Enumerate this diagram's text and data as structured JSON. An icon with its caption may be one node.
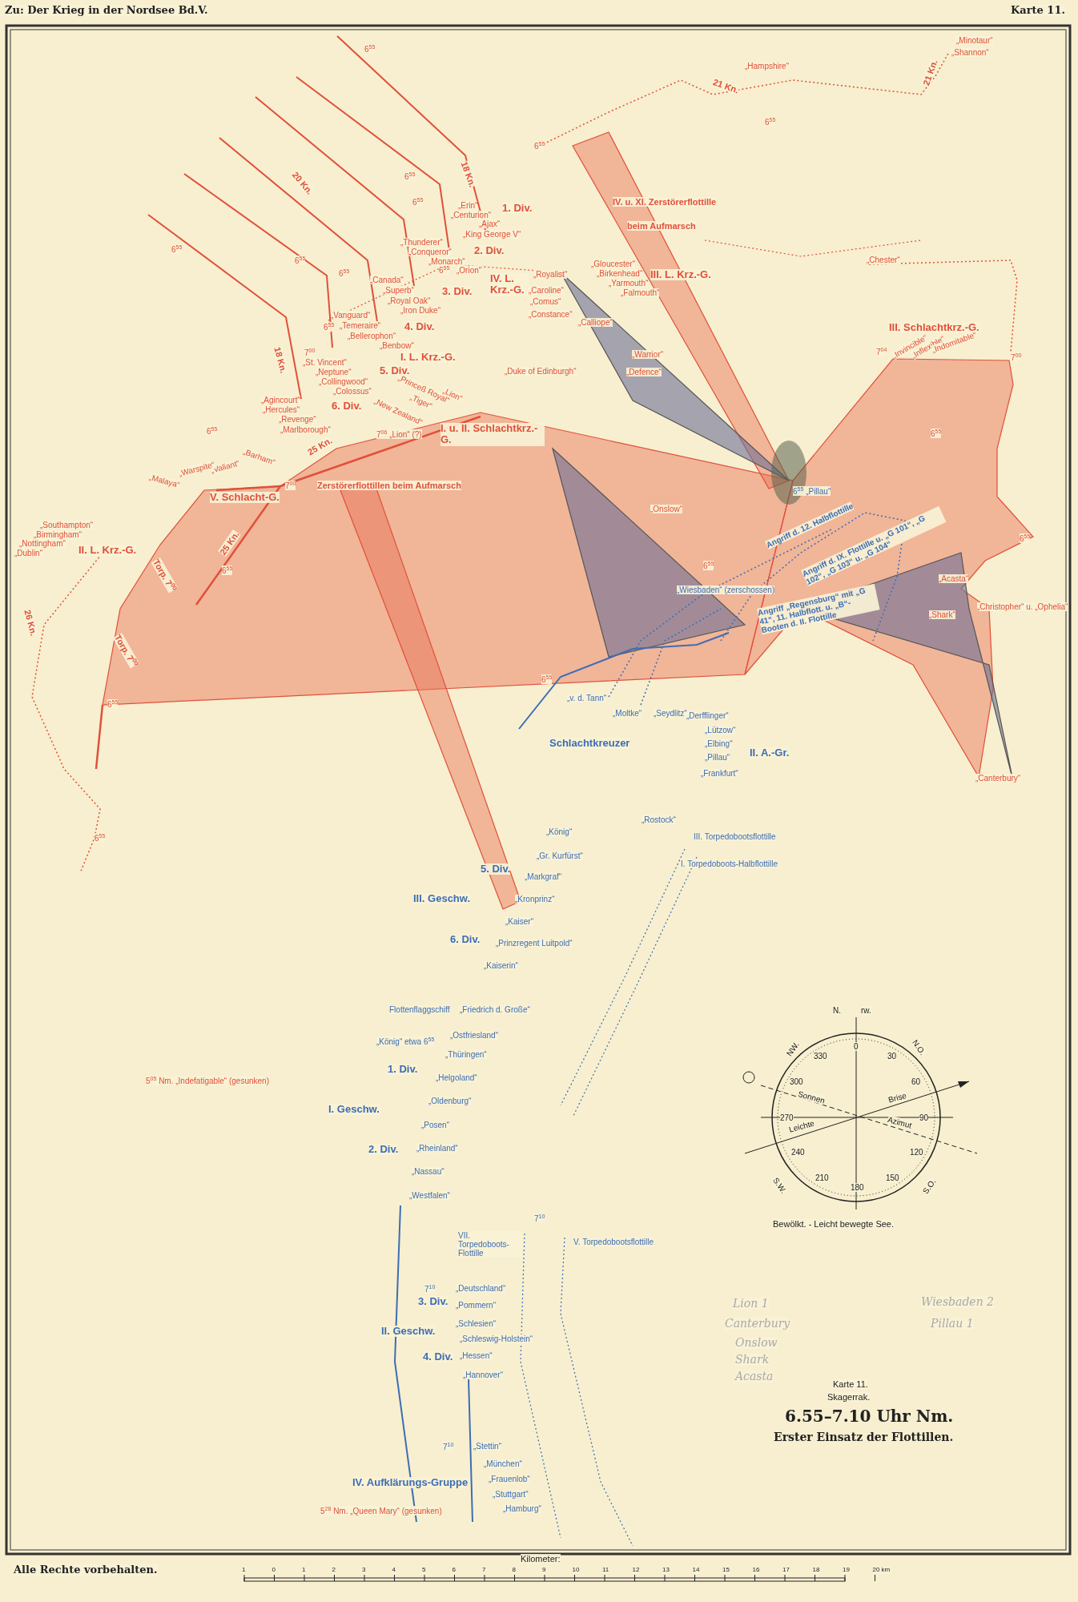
{
  "diagram": {
    "title": "6.55–7.10 Uhr Nm.",
    "caption": "Erster Einsatz der Flottillen.",
    "labels": [
      "Zu: Der Krieg in der Nordsee Bd.V.",
      "Karte 11.",
      "6$^{55}$",
      "20 Kn.",
      "18 Kn.",
      "6$^{55}$",
      "6$^{55}$",
      "6$^{55}$",
      "„Erin“",
      "1. Div.",
      "„Centurion“",
      "„Ajax“",
      "„King George V“",
      "„Thunderer“",
      "„Conqueror“",
      "2. Div.",
      "„Monarch“",
      "6$^{55}$",
      "„Orion“",
      "6$^{55}$",
      "6$^{55}$",
      "6$^{55}$",
      "„Canada“",
      "„Superb“",
      "3. Div.",
      "„Royal Oak“",
      "„Iron Duke“",
      "„Vanguard“",
      "6$^{55}$",
      "„Temeraire“",
      "4. Div.",
      "„Bellerophon“",
      "„Benbow“",
      "I. L. Krz.-G.",
      "18 Kn.",
      "7$^{00}$",
      "„St. Vincent“",
      "„Neptune“",
      "5. Div.",
      "„Collingwood“",
      "„Colossus“",
      "„Princeß Royal“",
      "„Lion“",
      "„Tiger“",
      "„New Zealand“",
      "„Agincourt“",
      "„Hercules“",
      "6. Div.",
      "„Revenge“",
      "6$^{55}$",
      "„Marlborough“",
      "7$^{06}$ „Lion“ (?)",
      "I. u. II. Schlachtkrz.-G.",
      "25 Kn.",
      "„Barham“",
      "„Valiant“",
      "„Warspite“",
      "„Malaya“",
      "7$^{00}$",
      "Zerstörerflottillen beim Aufmarsch",
      "V. Schlacht-G.",
      "„Southampton“",
      "„Birmingham“",
      "„Nottingham“",
      "„Dublin“",
      "II. L. Krz.-G.",
      "25 Kn.",
      "Torp. 7$^{00}$",
      "6$^{55}$",
      "Torp. 7$^{00}$",
      "26 Kn.",
      "6$^{55}$",
      "6$^{55}$",
      "„Minotaur“",
      "„Shannon“",
      "„Hampshire“",
      "21 Kn.",
      "21 Kn.",
      "6$^{55}$",
      "IV. u. XI. Zerstörerflottille",
      "beim Aufmarsch",
      "„Gloucester“",
      "„Birkenhead“",
      "III. L. Krz.-G.",
      "„Yarmouth“",
      "„Falmouth“",
      "„Royalist“",
      "IV. L. Krz.-G.",
      "„Caroline“",
      "„Comus“",
      "„Constance“",
      "„Calliope“",
      "„Duke of Edinburgh“",
      "„Warrior“",
      "„Defence“",
      "„Chester“",
      "III. Schlachtkrz.-G.",
      "7$^{04}$",
      "„Invincible“",
      "„Inflexible“",
      "„Indomitable“",
      "7$^{00}$",
      "6$^{55}$",
      "6$^{55}$ „Pillau“",
      "„Onslow“",
      "Angriff d. 12. Halbflottille",
      "Angriff d. IX. Flottille u. „G 101“, „G 102“, „G 103“ u. „G 104“",
      "6$^{55}$",
      "„Wiesbaden“ (zerschossen)",
      "Angriff „Regensburg“ mit „G 41“, 11. Halbflott. u. „B“-Booten d. II. Flottille",
      "„Acasta“",
      "„Shark“",
      "„Christopher“ u. „Ophelia“",
      "6$^{55}$",
      "6$^{55}$",
      "„v. d. Tann“",
      "„Moltke“",
      "„Seydlitz“",
      "„Derfflinger“",
      "„Lützow“",
      "Schlachtkreuzer",
      "„Elbing“",
      "II. A.-Gr.",
      "„Pillau“",
      "„Frankfurt“",
      "„Canterbury“",
      "„Rostock“",
      "III. Torpedobootsflottille",
      "I. Torpedoboots-Halbflottille",
      "„König“",
      "„Gr. Kurfürst“",
      "5. Div.",
      "„Markgraf“",
      "III. Geschw.",
      "„Kronprinz“",
      "„Kaiser“",
      "6. Div.",
      "„Prinzregent Luitpold“",
      "„Kaiserin“",
      "Flottenflaggschiff",
      "„Friedrich d. Große“",
      "„König“ etwa 6$^{55}$",
      "„Ostfriesland“",
      "„Thüringen“",
      "1. Div.",
      "„Helgoland“",
      "I. Geschw.",
      "„Oldenburg“",
      "„Posen“",
      "2. Div.",
      "„Rheinland“",
      "„Nassau“",
      "„Westfalen“",
      "5$^{05}$ Nm. „Indefatigable“ (gesunken)",
      "7$^{10}$",
      "VII. Torpedoboots-Flottille",
      "V. Torpedobootsflottille",
      "7$^{10}$",
      "„Deutschland“",
      "3. Div.",
      "„Pommern“",
      "„Schlesien“",
      "II. Geschw.",
      "„Schleswig-Holstein“",
      "4. Div.",
      "„Hessen“",
      "„Hannover“",
      "7$^{10}$",
      "„Stettin“",
      "„München“",
      "IV. Aufklärungs-Gruppe",
      "„Frauenlob“",
      "„Stuttgart“",
      "5$^{28}$ Nm. „Queen Mary“ (gesunken)",
      "„Hamburg“",
      "N.",
      "rw.",
      "NW.",
      "N.O.",
      "S.W.",
      "S.O.",
      "0",
      "30",
      "60",
      "90",
      "120",
      "150",
      "180",
      "210",
      "240",
      "270",
      "300",
      "330",
      "Sonnen",
      "Brise",
      "Leichte",
      "Azimut",
      "Bewölkt. - Leicht bewegte See.",
      "Lion 1",
      "Canterbury",
      "Onslow",
      "Shark",
      "Acasta",
      "Wiesbaden 2",
      "Pillau 1",
      "Karte 11.",
      "Skagerrak.",
      "Alle Rechte vorbehalten.",
      "Kilometer:",
      "1",
      "0",
      "1",
      "2",
      "3",
      "4",
      "5",
      "6",
      "7",
      "8",
      "9",
      "10",
      "11",
      "12",
      "13",
      "14",
      "15",
      "16",
      "17",
      "18",
      "19",
      "20 km"
    ]
  }
}
